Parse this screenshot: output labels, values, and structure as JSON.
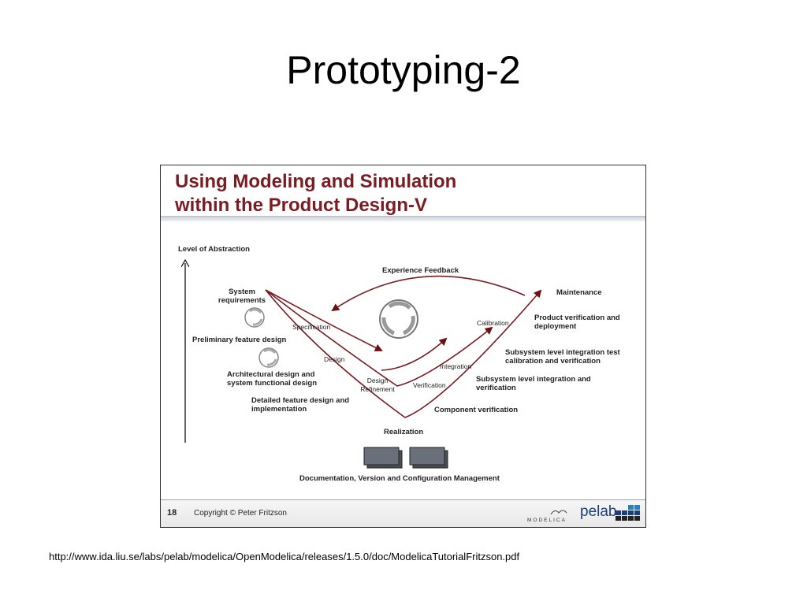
{
  "slide": {
    "title": "Prototyping-2",
    "source_url": "http://www.ida.liu.se/labs/pelab/modelica/OpenModelica/releases/1.5.0/doc/ModelicaTutorialFritzson.pdf"
  },
  "figure": {
    "title_line1": "Using Modeling and Simulation",
    "title_line2": "within the Product Design-V",
    "axis_label": "Level of Abstraction",
    "left_stages": [
      {
        "text_line1": "System",
        "text_line2": "requirements"
      },
      {
        "text_line1": "Preliminary feature design"
      },
      {
        "text_line1": "Architectural  design and",
        "text_line2": "system functional design"
      },
      {
        "text_line1": "Detailed feature design and",
        "text_line2": "implementation"
      }
    ],
    "bottom_stage": "Realization",
    "right_stages": [
      {
        "text_line1": "Maintenance"
      },
      {
        "text_line1": "Product verification and",
        "text_line2": "deployment"
      },
      {
        "text_line1": "Subsystem level integration test",
        "text_line2": "calibration and  verification"
      },
      {
        "text_line1": "Subsystem level integration and",
        "text_line2": "verification"
      },
      {
        "text_line1": "Component  verification"
      }
    ],
    "inner_labels": {
      "experience_feedback": "Experience Feedback",
      "specification": "Specification",
      "design": "Design",
      "design_refinement_line1": "Design",
      "design_refinement_line2": "Refinement",
      "verification": "Verification",
      "integration": "Integration",
      "calibration": "Calibration"
    },
    "documentation_label": "Documentation, Version and Configuration Management",
    "footer": {
      "page_number": "18",
      "copyright": "Copyright © Peter Fritzson",
      "logo_modelica": "MODELICA",
      "logo_pelab": "pelab"
    },
    "colors": {
      "title": "#7a1c21",
      "curves": "#7a1c21",
      "arrows": "#6b0f12"
    }
  }
}
